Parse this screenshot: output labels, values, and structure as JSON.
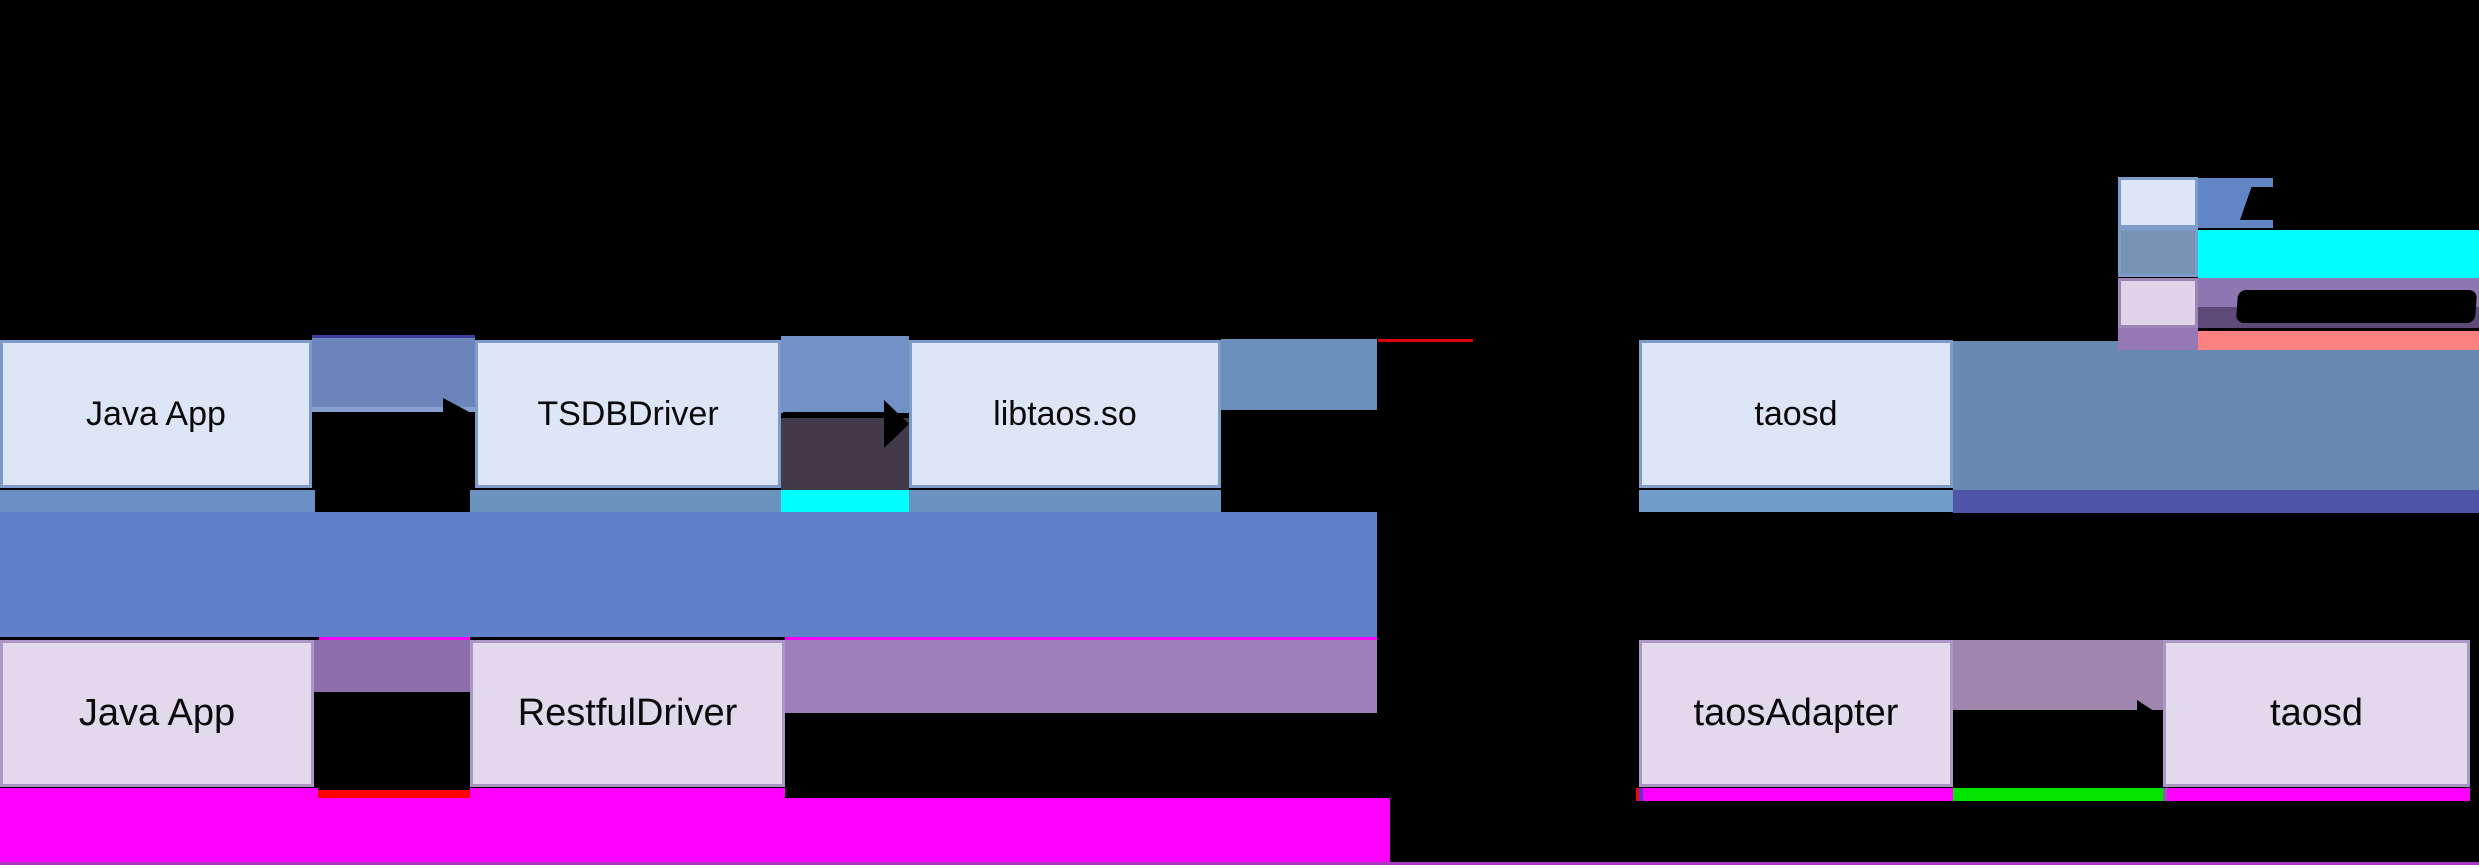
{
  "diagram": {
    "title_visible": false,
    "native_row": {
      "boxes": [
        {
          "label": "Java App"
        },
        {
          "label": "TSDBDriver"
        },
        {
          "label": "libtaos.so"
        },
        {
          "label": "taosd"
        }
      ]
    },
    "rest_row": {
      "boxes": [
        {
          "label": "Java App"
        },
        {
          "label": "RestfulDriver"
        },
        {
          "label": "taosAdapter"
        },
        {
          "label": "taosd"
        }
      ]
    },
    "legend": {
      "items": [
        {
          "swatch_color": "#dce6f6",
          "band_color": "#6285c6"
        },
        {
          "swatch_color": "#7593b3",
          "band_color": "#00ffff"
        },
        {
          "swatch_color": "#e0d4e8",
          "band_color": "#8d76b2"
        }
      ]
    }
  },
  "colors": {
    "box_blue_fill": "#dce6f7",
    "box_blue_border": "#7d9cc9",
    "box_purple_fill": "#e2d9ec",
    "box_purple_border": "#ab97c6",
    "gap_blue_1": "#6d84ba",
    "gap_blue_2": "#7191c7",
    "gap_dark": "#433a49",
    "indigo_line": "#3b3f9e",
    "steel_line": "#85a0cd",
    "band_blue": "#6180ca",
    "strip_steel_1": "#6b90c5",
    "strip_steel_2": "#6a93be",
    "strip_steel_3": "#6b93c1",
    "strip_under_taosd": "#6f9cc9",
    "steel_block": "#6a8fba",
    "steel_band": "#6889b3",
    "indigo_strip": "#5155a7",
    "cyan": "#00ffff",
    "magenta": "#ff00ff",
    "green": "#00e400",
    "red": "#fe0000",
    "red_line": "#e00000",
    "salmon": "#fc8181",
    "purple_gap": "#8d6fae",
    "purple_band": "#9d7fba",
    "mauve_block": "#9e86ad",
    "purple_light": "#8d76b2",
    "purple_dark": "#5d4a78",
    "purple_block": "#9678b6",
    "legend_band_1": "#6285c6",
    "swatch2_fill": "#7593b3",
    "swatch3_fill": "#e0d4e8",
    "swatch3_border": "#9d85b8",
    "violet_sliver_1": "#5a35d0",
    "violet_sliver_2": "#8a5fae",
    "bottom_line": "#a83ac0",
    "black": "#000000"
  }
}
